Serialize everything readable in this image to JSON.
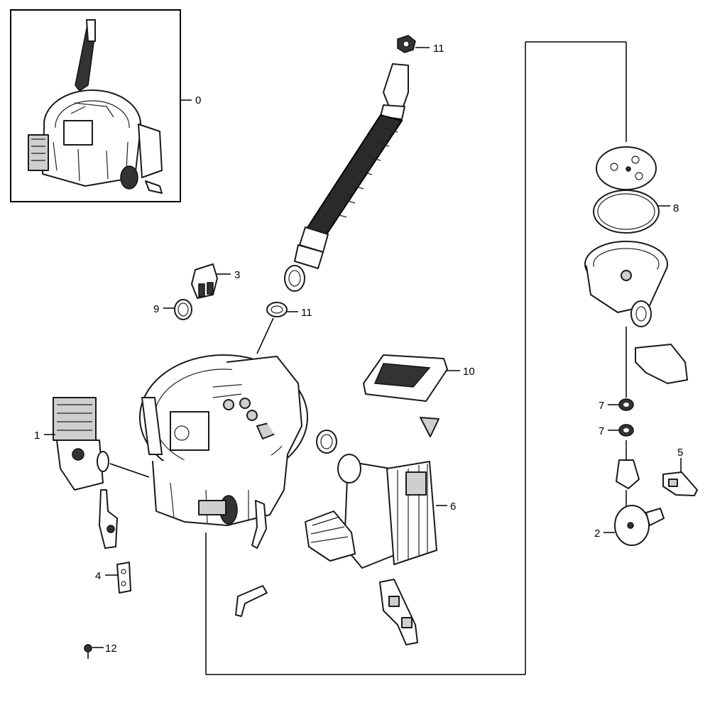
{
  "callouts": {
    "c0": "0",
    "c1": "1",
    "c2": "2",
    "c3": "3",
    "c4": "4",
    "c5": "5",
    "c6": "6",
    "c7a": "7",
    "c7b": "7",
    "c8": "8",
    "c9": "9",
    "c10": "10",
    "c11a": "11",
    "c11b": "11",
    "c12": "12"
  },
  "colors": {
    "line": "#000000",
    "background": "#ffffff",
    "shade": "#cfcfcf"
  }
}
